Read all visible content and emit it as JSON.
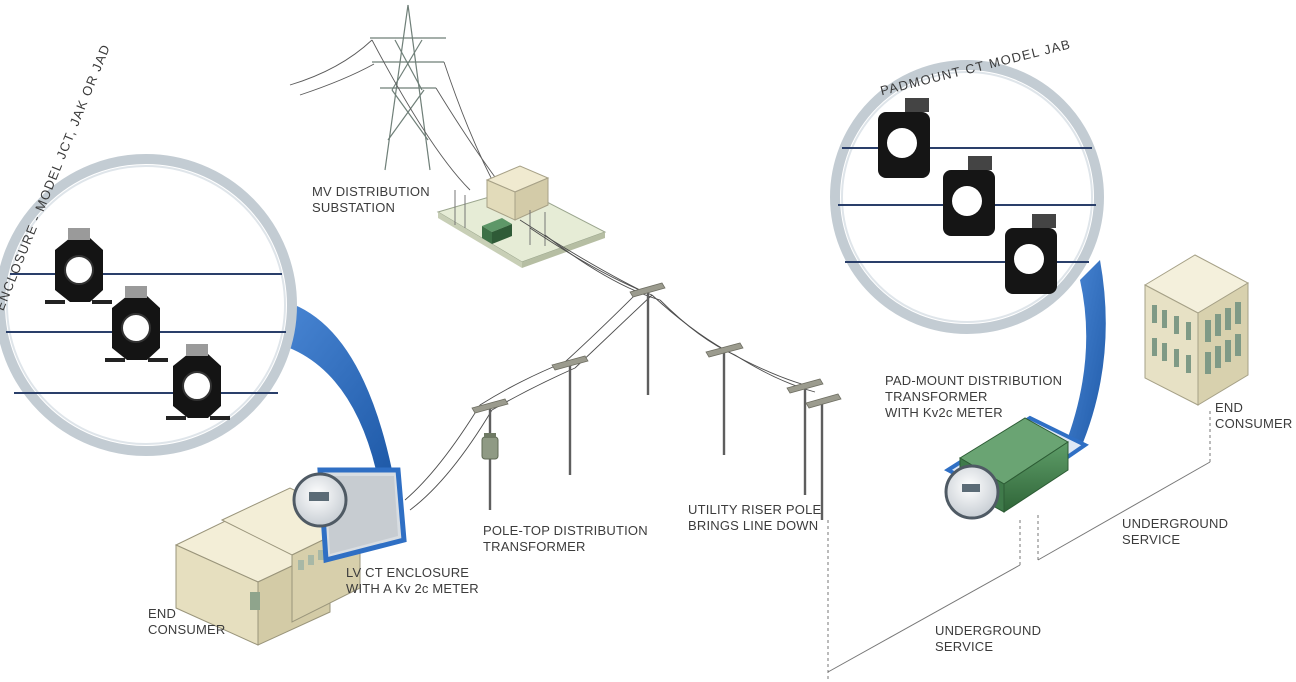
{
  "callouts": {
    "lv_enclosure_title": "LV CT ENCLOSURE - MODEL JCT, JAK OR JAD",
    "padmount_title": "PADMOUNT CT MODEL JAB"
  },
  "labels": {
    "mv_substation": [
      "MV DISTRIBUTION",
      "SUBSTATION"
    ],
    "pole_top_transformer": [
      "POLE-TOP DISTRIBUTION",
      "TRANSFORMER"
    ],
    "utility_riser_pole": [
      "UTILITY RISER POLE",
      "BRINGS LINE DOWN"
    ],
    "pad_mount_transformer": [
      "PAD-MOUNT DISTRIBUTION",
      "TRANSFORMER",
      "WITH Kv2c METER"
    ],
    "end_consumer_left": [
      "END",
      "CONSUMER"
    ],
    "end_consumer_right": [
      "END",
      "CONSUMER"
    ],
    "lv_ct_enclosure": [
      "LV CT ENCLOSURE",
      "WITH A Kv 2c METER"
    ],
    "underground_service_mid": [
      "UNDERGROUND",
      "SERVICE"
    ],
    "underground_service_right": [
      "UNDERGROUND",
      "SERVICE"
    ]
  },
  "colors": {
    "callout_blue": "#2f6fc4",
    "ring_grey": "#b9c4cc",
    "transformer_green": "#3f7a4a",
    "building_beige": "#e8e2c4",
    "line_grey": "#555555"
  }
}
